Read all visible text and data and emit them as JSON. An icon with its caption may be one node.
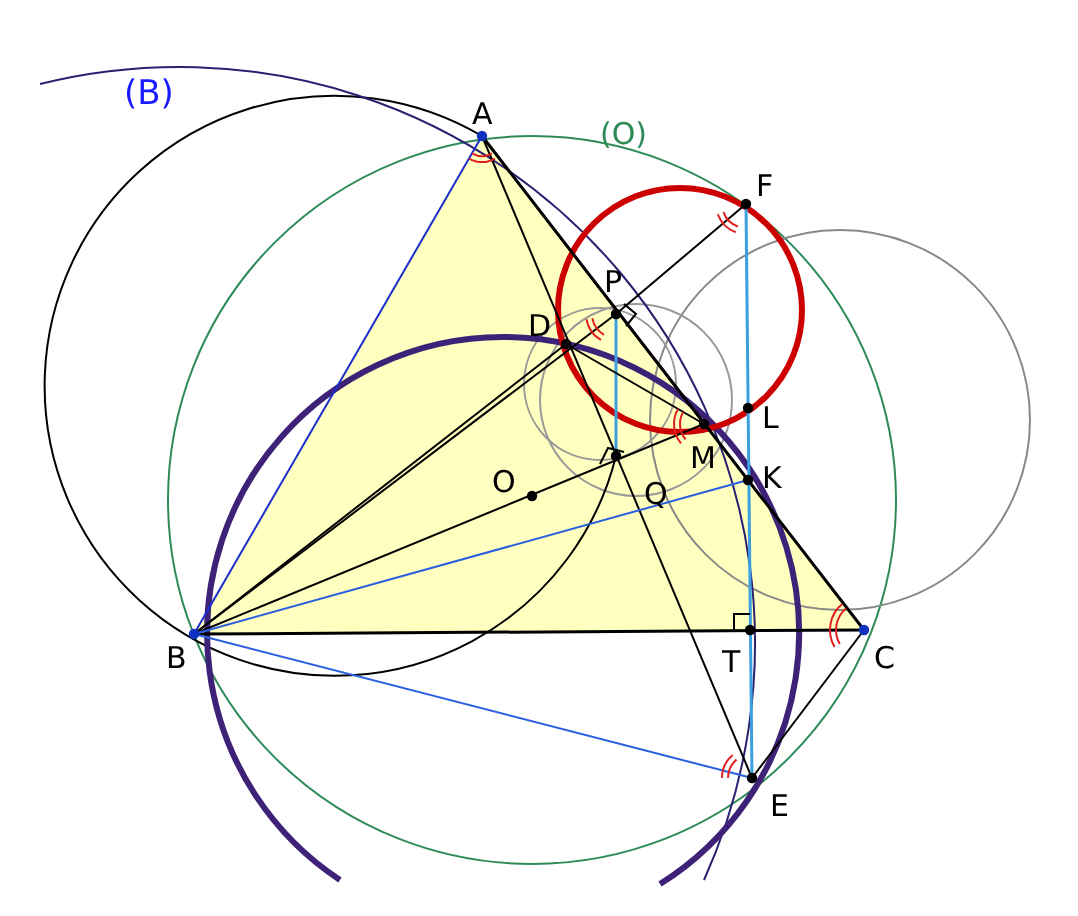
{
  "diagram": {
    "labels": [
      "(B)",
      "A",
      "(O)",
      "F",
      "P",
      "D",
      "L",
      "M",
      "O",
      "Q",
      "K",
      "B",
      "T",
      "C",
      "E"
    ]
  }
}
